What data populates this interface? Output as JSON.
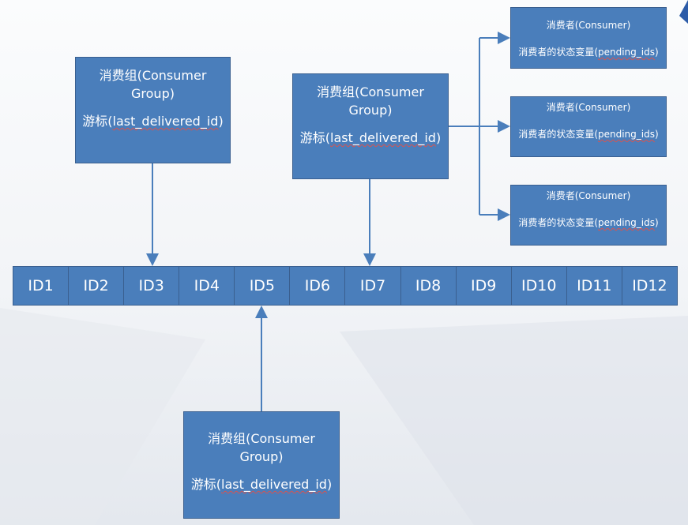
{
  "colors": {
    "box_fill": "#4a7ebb",
    "box_border": "#3a5f8f",
    "arrow": "#4a7ebb",
    "text": "#ffffff"
  },
  "groups": [
    {
      "title_line1": "消费组(Consumer",
      "title_line2": "Group)",
      "cursor_prefix": "游标(",
      "cursor_var": "last_delivered_id",
      "cursor_suffix": ")"
    },
    {
      "title_line1": "消费组(Consumer",
      "title_line2": "Group)",
      "cursor_prefix": "游标(",
      "cursor_var": "last_delivered_id",
      "cursor_suffix": ")"
    },
    {
      "title_line1": "消费组(Consumer",
      "title_line2": "Group)",
      "cursor_prefix": "游标(",
      "cursor_var": "last_delivered_id",
      "cursor_suffix": ")"
    }
  ],
  "consumers": [
    {
      "name_prefix": "消费者(",
      "name_word": "Consumer",
      "name_suffix": ")",
      "state_prefix": "消费者的状态变量(",
      "state_var": "pending_ids",
      "state_suffix": ")"
    },
    {
      "name_prefix": "消费者(",
      "name_word": "Consumer",
      "name_suffix": ")",
      "state_prefix": "消费者的状态变量(",
      "state_var": "pending_ids",
      "state_suffix": ")"
    },
    {
      "name_prefix": "消费者(",
      "name_word": "Consumer",
      "name_suffix": ")",
      "state_prefix": "消费者的状态变量(",
      "state_var": "pending_ids",
      "state_suffix": ")"
    }
  ],
  "stream_ids": [
    "ID1",
    "ID2",
    "ID3",
    "ID4",
    "ID5",
    "ID6",
    "ID7",
    "ID8",
    "ID9",
    "ID10",
    "ID11",
    "ID12"
  ]
}
